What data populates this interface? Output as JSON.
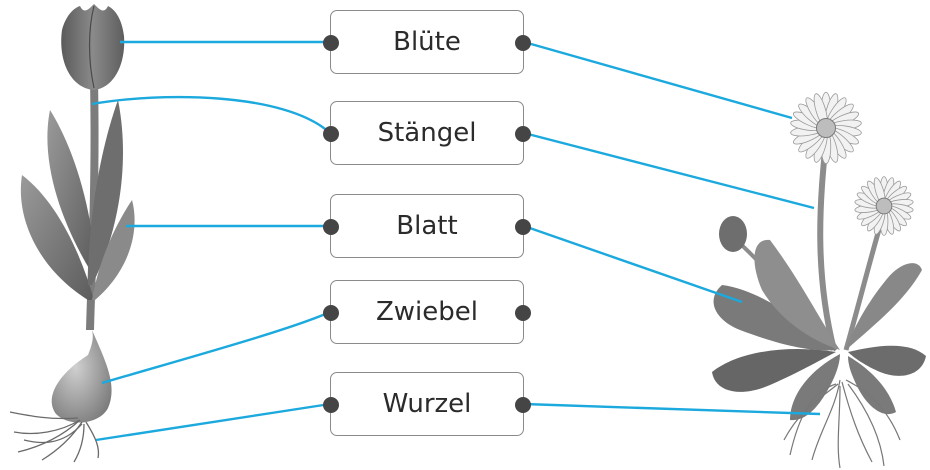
{
  "labels": [
    {
      "id": "bluete",
      "text": "Blüte"
    },
    {
      "id": "staengel",
      "text": "Stängel"
    },
    {
      "id": "blatt",
      "text": "Blatt"
    },
    {
      "id": "zwiebel",
      "text": "Zwiebel"
    },
    {
      "id": "wurzel",
      "text": "Wurzel"
    }
  ],
  "colors": {
    "connector": "#1ba9de",
    "box_border": "#8a8a8a",
    "dot": "#454545",
    "text": "#2b2b2b",
    "plant_gray": "#8c8c8c"
  }
}
